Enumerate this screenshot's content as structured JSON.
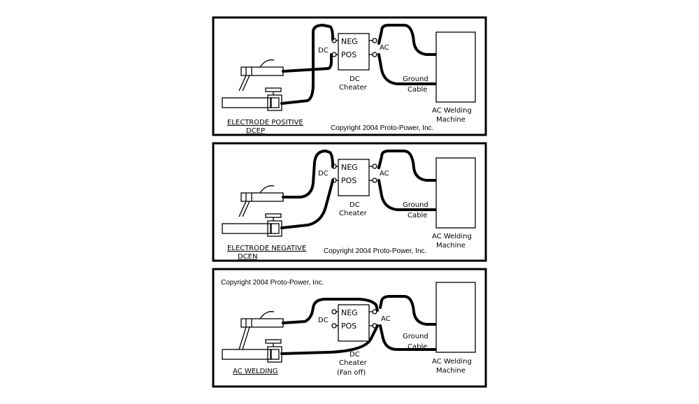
{
  "panels": [
    {
      "title_line1": "ELECTRODE  POSITIVE",
      "title_line2": "DCEP",
      "copyright": "Copyright 2004 Proto-Power, Inc.",
      "dc_label": "DC",
      "ac_label": "AC",
      "neg_label": "NEG",
      "pos_label": "POS",
      "cheater_line1": "DC",
      "cheater_line2": "Cheater",
      "ground_line1": "Ground",
      "ground_line2": "Cable",
      "machine_line1": "AC Welding",
      "machine_line2": "Machine"
    },
    {
      "title_line1": "ELECTRODE  NEGATIVE",
      "title_line2": "DCEN",
      "copyright": "Copyright 2004 Proto-Power, Inc.",
      "dc_label": "DC",
      "ac_label": "AC",
      "neg_label": "NEG",
      "pos_label": "POS",
      "cheater_line1": "DC",
      "cheater_line2": "Cheater",
      "ground_line1": "Ground",
      "ground_line2": "Cable",
      "machine_line1": "AC Welding",
      "machine_line2": "Machine"
    },
    {
      "title_line1": "AC WELDING",
      "copyright": "Copyright 2004 Proto-Power, Inc.",
      "dc_label": "DC",
      "ac_label": "AC",
      "neg_label": "NEG",
      "pos_label": "POS",
      "cheater_line1": "DC",
      "cheater_line2": "Cheater",
      "cheater_line3": "(Fan off)",
      "ground_line1": "Ground",
      "ground_line2": "Cable",
      "machine_line1": "AC Welding",
      "machine_line2": "Machine"
    }
  ]
}
